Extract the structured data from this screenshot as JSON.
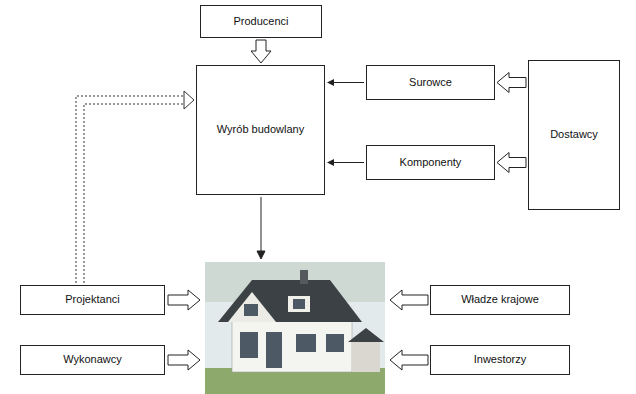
{
  "diagram": {
    "nodes": [
      {
        "text": [
          "Producenci"
        ]
      },
      {
        "text": [
          "Wyrób budowlany"
        ]
      },
      {
        "text": [
          "Surowce"
        ]
      },
      {
        "text": [
          "Dostawcy"
        ]
      },
      {
        "text": [
          "Komponenty"
        ]
      },
      {
        "text": [
          "Projektanci"
        ]
      },
      {
        "text": [
          "Władze krajowe"
        ]
      },
      {
        "text": [
          "Wykonawcy"
        ]
      },
      {
        "text": [
          "Inwestorzy"
        ]
      }
    ],
    "edges": [
      {
        "from": 0,
        "to": 1,
        "arrow": "to"
      },
      {
        "from": 2,
        "to": 1,
        "arrow": "to"
      },
      {
        "from": 4,
        "to": 1,
        "arrow": "to"
      },
      {
        "from": 3,
        "to": 2,
        "arrow": "to"
      },
      {
        "from": 3,
        "to": 4,
        "arrow": "to"
      },
      {
        "from": 5,
        "to": 1,
        "arrow": "to"
      }
    ]
  }
}
